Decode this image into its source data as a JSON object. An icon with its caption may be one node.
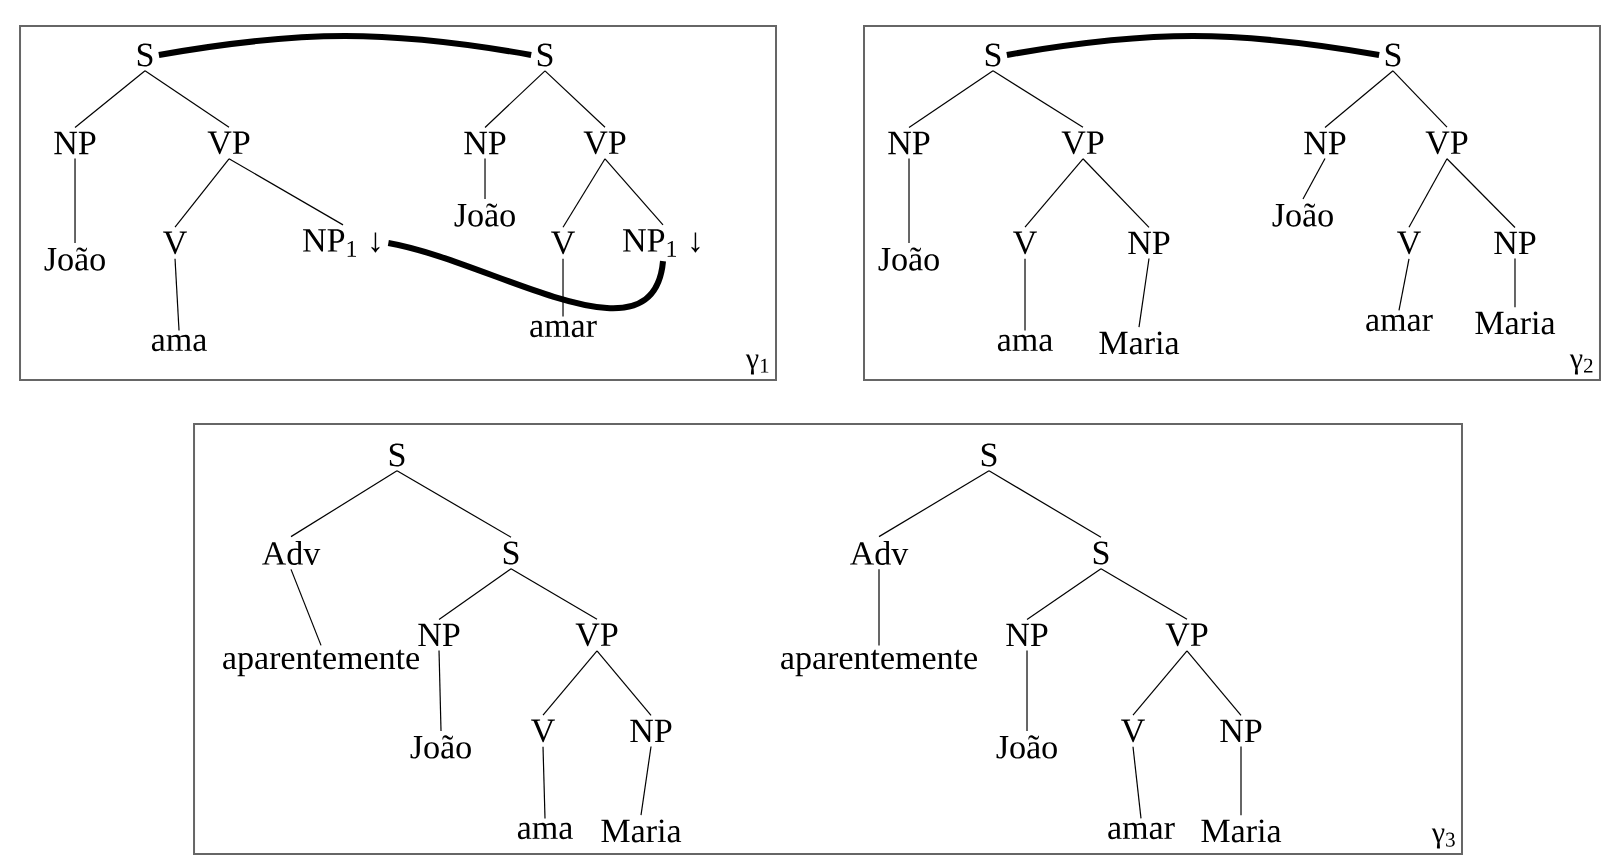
{
  "diagram": {
    "nodes": [
      {
        "text": [
          "γ$_{1}$"
        ]
      },
      {
        "text": [
          "γ$_{2}$"
        ]
      },
      {
        "text": [
          "γ$_{3}$"
        ]
      },
      {
        "text": [
          "S"
        ],
        "in": 0
      },
      {
        "text": [
          "NP"
        ],
        "in": 0
      },
      {
        "text": [
          "VP"
        ],
        "in": 0
      },
      {
        "text": [
          "João"
        ],
        "in": 0
      },
      {
        "text": [
          "V"
        ],
        "in": 0
      },
      {
        "text": [
          "NP$_{1}$ ↓"
        ],
        "in": 0
      },
      {
        "text": [
          "ama"
        ],
        "in": 0
      },
      {
        "text": [
          "S"
        ],
        "in": 0
      },
      {
        "text": [
          "NP"
        ],
        "in": 0
      },
      {
        "text": [
          "VP"
        ],
        "in": 0
      },
      {
        "text": [
          "João"
        ],
        "in": 0
      },
      {
        "text": [
          "V"
        ],
        "in": 0
      },
      {
        "text": [
          "NP$_{1}$ ↓"
        ],
        "in": 0
      },
      {
        "text": [
          "amar"
        ],
        "in": 0
      },
      {
        "text": [
          "S"
        ],
        "in": 1
      },
      {
        "text": [
          "NP"
        ],
        "in": 1
      },
      {
        "text": [
          "VP"
        ],
        "in": 1
      },
      {
        "text": [
          "João"
        ],
        "in": 1
      },
      {
        "text": [
          "V"
        ],
        "in": 1
      },
      {
        "text": [
          "NP"
        ],
        "in": 1
      },
      {
        "text": [
          "ama"
        ],
        "in": 1
      },
      {
        "text": [
          "Maria"
        ],
        "in": 1
      },
      {
        "text": [
          "S"
        ],
        "in": 1
      },
      {
        "text": [
          "NP"
        ],
        "in": 1
      },
      {
        "text": [
          "VP"
        ],
        "in": 1
      },
      {
        "text": [
          "João"
        ],
        "in": 1
      },
      {
        "text": [
          "V"
        ],
        "in": 1
      },
      {
        "text": [
          "NP"
        ],
        "in": 1
      },
      {
        "text": [
          "amar"
        ],
        "in": 1
      },
      {
        "text": [
          "Maria"
        ],
        "in": 1
      },
      {
        "text": [
          "S"
        ],
        "in": 2
      },
      {
        "text": [
          "Adv"
        ],
        "in": 2
      },
      {
        "text": [
          "S"
        ],
        "in": 2
      },
      {
        "text": [
          "aparentemente"
        ],
        "in": 2
      },
      {
        "text": [
          "NP"
        ],
        "in": 2
      },
      {
        "text": [
          "VP"
        ],
        "in": 2
      },
      {
        "text": [
          "João"
        ],
        "in": 2
      },
      {
        "text": [
          "V"
        ],
        "in": 2
      },
      {
        "text": [
          "NP"
        ],
        "in": 2
      },
      {
        "text": [
          "ama"
        ],
        "in": 2
      },
      {
        "text": [
          "Maria"
        ],
        "in": 2
      },
      {
        "text": [
          "S"
        ],
        "in": 2
      },
      {
        "text": [
          "Adv"
        ],
        "in": 2
      },
      {
        "text": [
          "S"
        ],
        "in": 2
      },
      {
        "text": [
          "aparentemente"
        ],
        "in": 2
      },
      {
        "text": [
          "NP"
        ],
        "in": 2
      },
      {
        "text": [
          "VP"
        ],
        "in": 2
      },
      {
        "text": [
          "João"
        ],
        "in": 2
      },
      {
        "text": [
          "V"
        ],
        "in": 2
      },
      {
        "text": [
          "NP"
        ],
        "in": 2
      },
      {
        "text": [
          "amar"
        ],
        "in": 2
      },
      {
        "text": [
          "Maria"
        ],
        "in": 2
      }
    ],
    "edges": [
      {
        "from": 3,
        "to": 4,
        "arrow": "none"
      },
      {
        "from": 3,
        "to": 5,
        "arrow": "none"
      },
      {
        "from": 4,
        "to": 6,
        "arrow": "none"
      },
      {
        "from": 5,
        "to": 7,
        "arrow": "none"
      },
      {
        "from": 5,
        "to": 8,
        "arrow": "none"
      },
      {
        "from": 7,
        "to": 9,
        "arrow": "none"
      },
      {
        "from": 10,
        "to": 11,
        "arrow": "none"
      },
      {
        "from": 10,
        "to": 12,
        "arrow": "none"
      },
      {
        "from": 11,
        "to": 13,
        "arrow": "none"
      },
      {
        "from": 12,
        "to": 14,
        "arrow": "none"
      },
      {
        "from": 12,
        "to": 15,
        "arrow": "none"
      },
      {
        "from": 14,
        "to": 16,
        "arrow": "none"
      },
      {
        "from": 3,
        "to": 10,
        "arrow": "none",
        "style": "thick"
      },
      {
        "from": 8,
        "to": 15,
        "arrow": "none",
        "style": "thick"
      },
      {
        "from": 17,
        "to": 18,
        "arrow": "none"
      },
      {
        "from": 17,
        "to": 19,
        "arrow": "none"
      },
      {
        "from": 18,
        "to": 20,
        "arrow": "none"
      },
      {
        "from": 19,
        "to": 21,
        "arrow": "none"
      },
      {
        "from": 19,
        "to": 22,
        "arrow": "none"
      },
      {
        "from": 21,
        "to": 23,
        "arrow": "none"
      },
      {
        "from": 22,
        "to": 24,
        "arrow": "none"
      },
      {
        "from": 25,
        "to": 26,
        "arrow": "none"
      },
      {
        "from": 25,
        "to": 27,
        "arrow": "none"
      },
      {
        "from": 26,
        "to": 28,
        "arrow": "none"
      },
      {
        "from": 27,
        "to": 29,
        "arrow": "none"
      },
      {
        "from": 27,
        "to": 30,
        "arrow": "none"
      },
      {
        "from": 29,
        "to": 31,
        "arrow": "none"
      },
      {
        "from": 30,
        "to": 32,
        "arrow": "none"
      },
      {
        "from": 17,
        "to": 25,
        "arrow": "none",
        "style": "thick"
      },
      {
        "from": 33,
        "to": 34,
        "arrow": "none"
      },
      {
        "from": 33,
        "to": 35,
        "arrow": "none"
      },
      {
        "from": 34,
        "to": 36,
        "arrow": "none"
      },
      {
        "from": 35,
        "to": 37,
        "arrow": "none"
      },
      {
        "from": 35,
        "to": 38,
        "arrow": "none"
      },
      {
        "from": 37,
        "to": 39,
        "arrow": "none"
      },
      {
        "from": 38,
        "to": 40,
        "arrow": "none"
      },
      {
        "from": 38,
        "to": 41,
        "arrow": "none"
      },
      {
        "from": 40,
        "to": 42,
        "arrow": "none"
      },
      {
        "from": 41,
        "to": 43,
        "arrow": "none"
      },
      {
        "from": 44,
        "to": 45,
        "arrow": "none"
      },
      {
        "from": 44,
        "to": 46,
        "arrow": "none"
      },
      {
        "from": 45,
        "to": 47,
        "arrow": "none"
      },
      {
        "from": 46,
        "to": 48,
        "arrow": "none"
      },
      {
        "from": 46,
        "to": 49,
        "arrow": "none"
      },
      {
        "from": 48,
        "to": 50,
        "arrow": "none"
      },
      {
        "from": 49,
        "to": 51,
        "arrow": "none"
      },
      {
        "from": 49,
        "to": 52,
        "arrow": "none"
      },
      {
        "from": 51,
        "to": 53,
        "arrow": "none"
      },
      {
        "from": 52,
        "to": 54,
        "arrow": "none"
      }
    ]
  }
}
